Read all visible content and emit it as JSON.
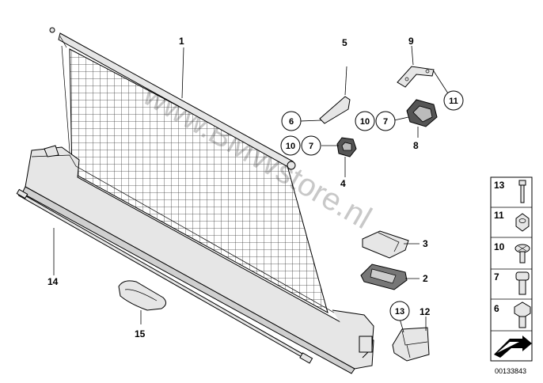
{
  "diagram": {
    "watermark": "www.BMWstore.nl",
    "drawing_code": "00133843",
    "callouts": [
      "1",
      "5",
      "9",
      "11",
      "6",
      "10",
      "7",
      "10",
      "7",
      "8",
      "4",
      "3",
      "2",
      "13",
      "12",
      "14",
      "15"
    ],
    "legend": [
      "13",
      "11",
      "10",
      "7",
      "6"
    ]
  }
}
